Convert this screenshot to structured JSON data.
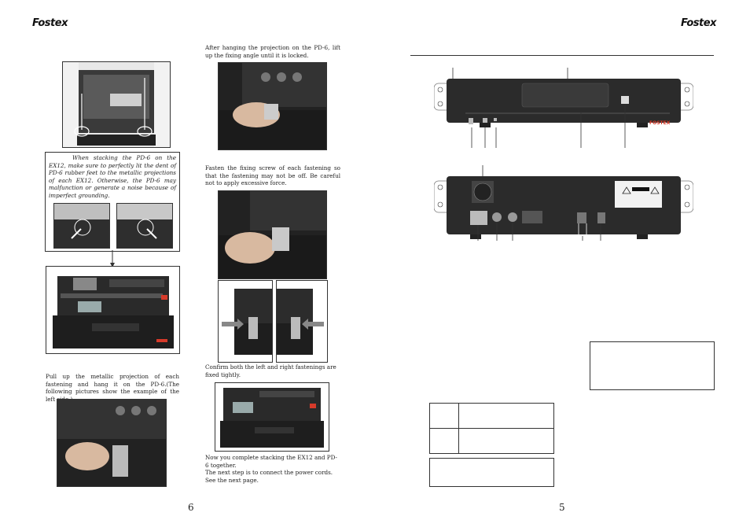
{
  "header": {
    "brand_left": "Fostex",
    "brand_right": "Fostex"
  },
  "left_page": {
    "page_number": "6",
    "note_text": "When stacking the PD-6 on the EX12, make sure to perfectly lit the dent of PD-6 rubber feet to the metallic projections of each EX12. Otherwise, the PD-6 may malfunction or generate a noise because of imperfect grounding.",
    "step_pull_up": "Pull up the metallic projection of each fastening and hang it on the PD-6.(The following pictures show the example of the left side.)",
    "step_hang": "After hanging the projection on the PD-6, lift up the fixing angle until it is locked.",
    "step_fasten": "Fasten the fixing screw of each fastening so that the fastening may not be off.  Be careful not to apply excessive force.",
    "step_confirm": "Confirm both the left and right fastenings are fixed tightly.",
    "step_complete_1": "Now you complete stacking the EX12 and PD-6 together.",
    "step_complete_2": "The next step is to connect the power cords. See the next page."
  },
  "right_page": {
    "page_number": "5",
    "panel_brand": "FOSTEX"
  },
  "icons": {
    "arrow": "arrow-icon",
    "warning": "warning-triangle-icon"
  },
  "colors": {
    "brand_red": "#d63a2a",
    "panel_dark": "#2b2b2b",
    "rule": "#333333"
  }
}
